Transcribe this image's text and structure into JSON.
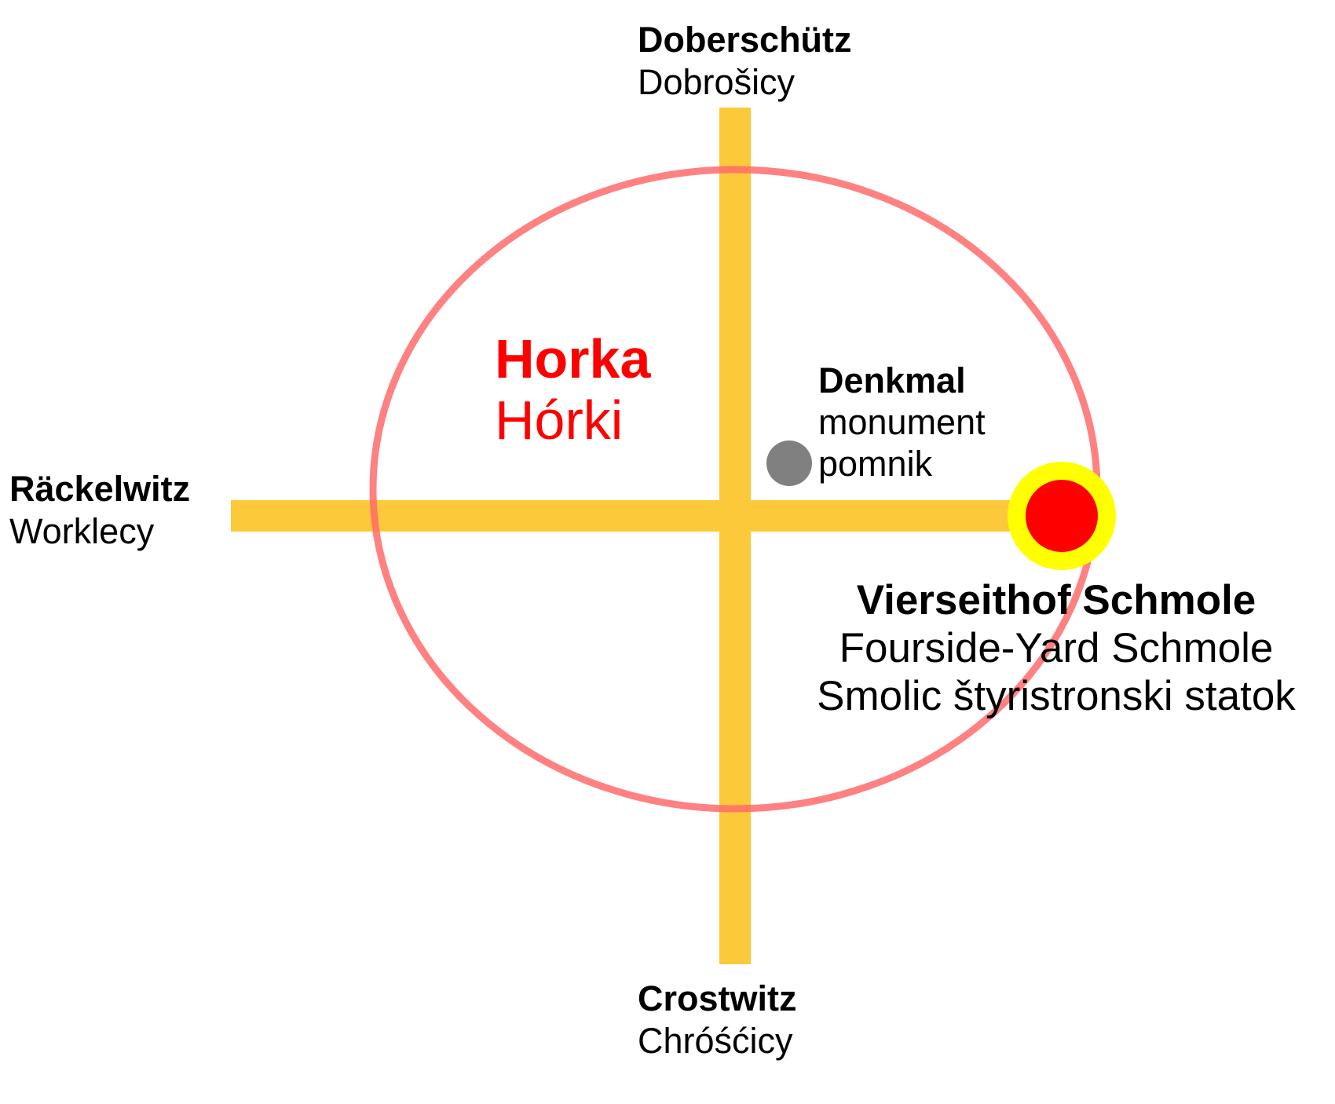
{
  "colors": {
    "road": "#fcc93a",
    "village_ring": "#ff6b6b",
    "site_marker_outer": "#ffff00",
    "site_marker_inner": "#ff0000",
    "monument_dot": "#808080",
    "town_label": "#ff0000",
    "text": "#000000"
  },
  "village": {
    "name_de": "Horka",
    "name_hsb": "Hórki"
  },
  "neighbors": {
    "north": {
      "name_de": "Doberschütz",
      "name_hsb": "Dobrošicy"
    },
    "west": {
      "name_de": "Räckelwitz",
      "name_hsb": "Worklecy"
    },
    "south": {
      "name_de": "Crostwitz",
      "name_hsb": "Chróśćicy"
    }
  },
  "monument": {
    "title": "Denkmal",
    "name_en": "monument",
    "name_hsb": "pomnik"
  },
  "site": {
    "name_de": "Vierseithof Schmole",
    "name_en": "Fourside-Yard Schmole",
    "name_hsb": "Smolic štyristronski statok"
  }
}
